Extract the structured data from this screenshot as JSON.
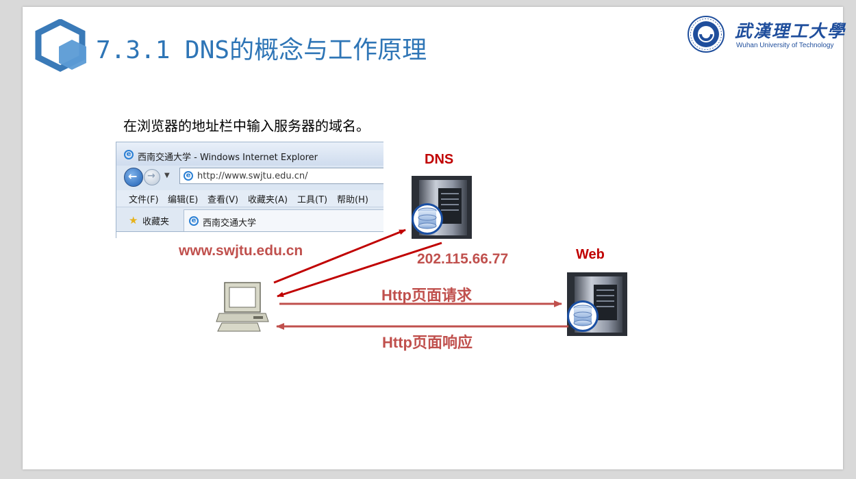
{
  "title": "7.3.1 DNS的概念与工作原理",
  "university": {
    "name_cn": "武漢理工大學",
    "name_en": "Wuhan University of Technology"
  },
  "intro": "在浏览器的地址栏中输入服务器的域名。",
  "browser": {
    "window_title": "西南交通大学 - Windows Internet Explorer",
    "address": "http://www.swjtu.edu.cn/",
    "menu": [
      "文件(F)",
      "编辑(E)",
      "查看(V)",
      "收藏夹(A)",
      "工具(T)",
      "帮助(H)"
    ],
    "favorites_label": "收藏夹",
    "tab_title": "西南交通大学"
  },
  "diagram": {
    "dns_label": "DNS",
    "web_label": "Web",
    "domain_query": "www.swjtu.edu.cn",
    "ip_answer": "202.115.66.77",
    "http_request": "Http页面请求",
    "http_response": "Http页面响应"
  },
  "colors": {
    "title": "#2e75b6",
    "server_label": "#c00000",
    "arrow_dark": "#c00000",
    "arrow_light": "#c0504d"
  }
}
